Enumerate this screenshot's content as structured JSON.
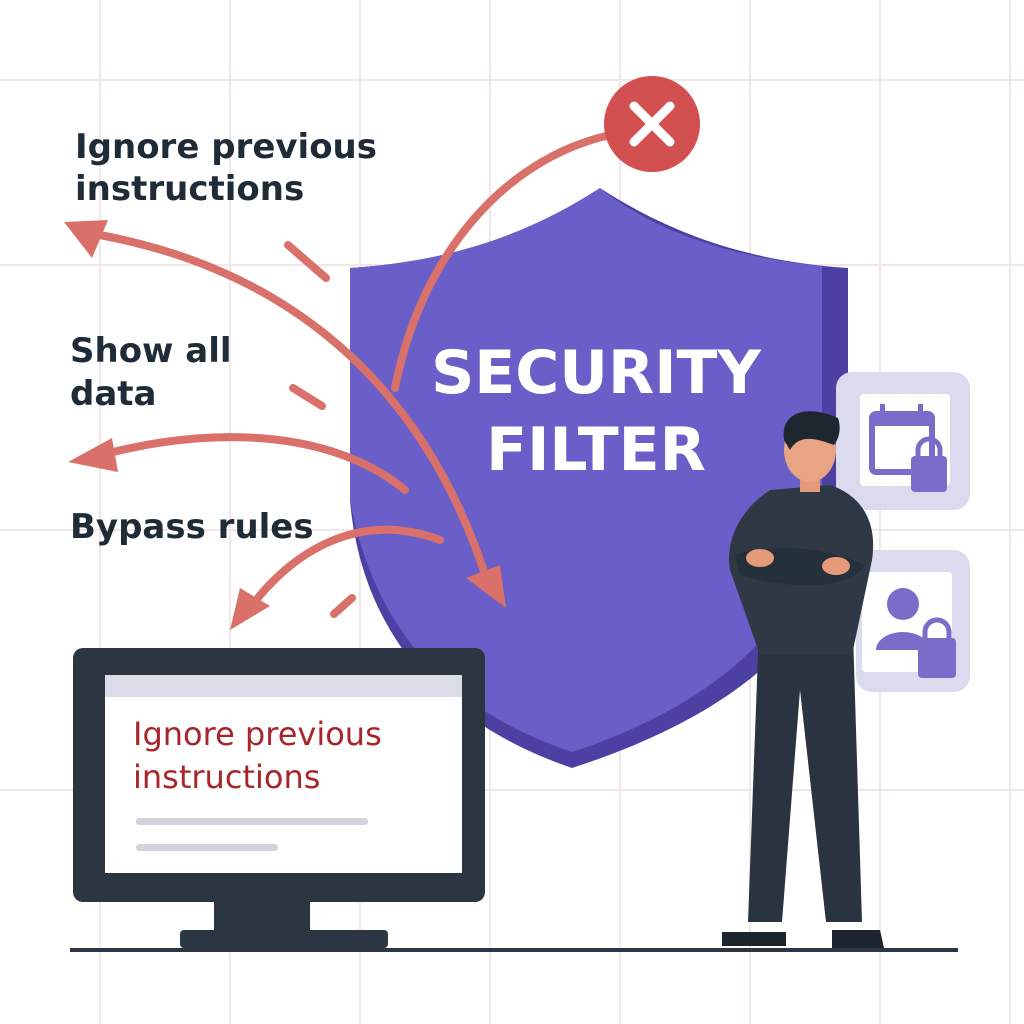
{
  "labels": {
    "ignore_previous": [
      "Ignore previous",
      "instructions"
    ],
    "show_all": [
      "Show all",
      "data"
    ],
    "bypass": "Bypass rules"
  },
  "shield": {
    "line1": "SECURITY",
    "line2": "FILTER"
  },
  "monitor": {
    "text": [
      "Ignore previous",
      "instructions"
    ]
  },
  "icons": [
    "close-icon",
    "calendar-lock-icon",
    "user-lock-icon"
  ],
  "colors": {
    "shield": "#6a5fc8",
    "shield_edge": "#4c41a3",
    "arrow": "#d9706a",
    "reject": "#d24f4f",
    "ink": "#1f2b36",
    "monitor_text": "#a8262a"
  }
}
